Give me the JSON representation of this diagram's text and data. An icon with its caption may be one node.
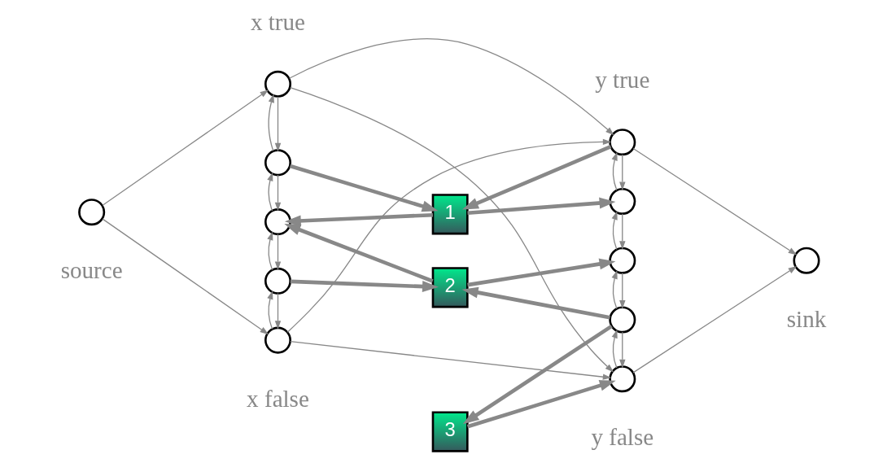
{
  "diagram": {
    "nodes": [
      {
        "text": [],
        "shape": "circle",
        "beside": [
          "source"
        ]
      },
      {
        "text": [],
        "shape": "circle",
        "beside": [
          "x true"
        ]
      },
      {
        "text": [],
        "shape": "circle"
      },
      {
        "text": [],
        "shape": "circle"
      },
      {
        "text": [],
        "shape": "circle"
      },
      {
        "text": [],
        "shape": "circle",
        "beside": [
          "x false"
        ]
      },
      {
        "text": [
          "1"
        ]
      },
      {
        "text": [
          "2"
        ]
      },
      {
        "text": [
          "3"
        ]
      },
      {
        "text": [],
        "shape": "circle",
        "beside": [
          "y true"
        ]
      },
      {
        "text": [],
        "shape": "circle"
      },
      {
        "text": [],
        "shape": "circle"
      },
      {
        "text": [],
        "shape": "circle"
      },
      {
        "text": [],
        "shape": "circle",
        "beside": [
          "y false"
        ]
      },
      {
        "text": [],
        "shape": "circle",
        "beside": [
          "sink"
        ]
      }
    ],
    "edges": [
      {
        "from": 0,
        "to": 1,
        "arrow": "to"
      },
      {
        "from": 0,
        "to": 5,
        "arrow": "to"
      },
      {
        "from": 1,
        "to": 2,
        "arrow": "to"
      },
      {
        "from": 2,
        "to": 1,
        "arrow": "to"
      },
      {
        "from": 2,
        "to": 3,
        "arrow": "to"
      },
      {
        "from": 3,
        "to": 2,
        "arrow": "to"
      },
      {
        "from": 3,
        "to": 4,
        "arrow": "to"
      },
      {
        "from": 4,
        "to": 3,
        "arrow": "to"
      },
      {
        "from": 4,
        "to": 5,
        "arrow": "to"
      },
      {
        "from": 5,
        "to": 4,
        "arrow": "to"
      },
      {
        "from": 1,
        "to": 9,
        "arrow": "to"
      },
      {
        "from": 1,
        "to": 13,
        "arrow": "to"
      },
      {
        "from": 5,
        "to": 9,
        "arrow": "to"
      },
      {
        "from": 5,
        "to": 13,
        "arrow": "to"
      },
      {
        "from": 2,
        "to": 6,
        "arrow": "to",
        "style": "thick"
      },
      {
        "from": 6,
        "to": 3,
        "arrow": "to",
        "style": "thick"
      },
      {
        "from": 6,
        "to": 10,
        "arrow": "to",
        "style": "thick"
      },
      {
        "from": 9,
        "to": 6,
        "arrow": "to",
        "style": "thick"
      },
      {
        "from": 7,
        "to": 3,
        "arrow": "to",
        "style": "thick"
      },
      {
        "from": 4,
        "to": 7,
        "arrow": "to",
        "style": "thick"
      },
      {
        "from": 7,
        "to": 11,
        "arrow": "to",
        "style": "thick"
      },
      {
        "from": 12,
        "to": 7,
        "arrow": "to",
        "style": "thick"
      },
      {
        "from": 12,
        "to": 8,
        "arrow": "to",
        "style": "thick"
      },
      {
        "from": 8,
        "to": 13,
        "arrow": "to",
        "style": "thick"
      },
      {
        "from": 9,
        "to": 10,
        "arrow": "to"
      },
      {
        "from": 10,
        "to": 9,
        "arrow": "to"
      },
      {
        "from": 10,
        "to": 11,
        "arrow": "to"
      },
      {
        "from": 11,
        "to": 10,
        "arrow": "to"
      },
      {
        "from": 11,
        "to": 12,
        "arrow": "to"
      },
      {
        "from": 12,
        "to": 11,
        "arrow": "to"
      },
      {
        "from": 12,
        "to": 13,
        "arrow": "to"
      },
      {
        "from": 13,
        "to": 12,
        "arrow": "to"
      },
      {
        "from": 9,
        "to": 14,
        "arrow": "to"
      },
      {
        "from": 13,
        "to": 14,
        "arrow": "to"
      }
    ]
  }
}
